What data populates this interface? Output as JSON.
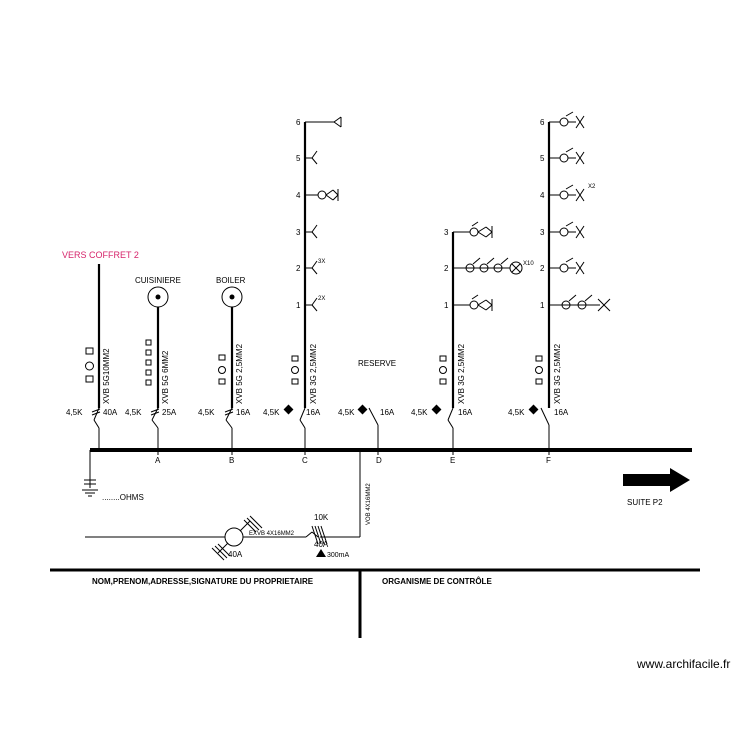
{
  "top_label": "VERS COFFRET 2",
  "outlets": [
    {
      "name": "CUISINIERE"
    },
    {
      "name": "BOILER"
    }
  ],
  "reserve_label": "RESERVE",
  "circuits": [
    {
      "id": "feed",
      "breaker": "4,5K",
      "rating": "40A",
      "cable": "XVB 5G10MM2",
      "bus_letter": ""
    },
    {
      "id": "A",
      "breaker": "4,5K",
      "rating": "25A",
      "cable": "XVB 5G 6MM2",
      "bus_letter": "A"
    },
    {
      "id": "B",
      "breaker": "4,5K",
      "rating": "16A",
      "cable": "XVB 5G 2,5MM2",
      "bus_letter": "B"
    },
    {
      "id": "C",
      "breaker": "4,5K",
      "rating": "16A",
      "cable": "XVB 3G 2,5MM2",
      "bus_letter": "C"
    },
    {
      "id": "D",
      "breaker": "4,5K",
      "rating": "16A",
      "cable": "",
      "bus_letter": "D"
    },
    {
      "id": "E",
      "breaker": "4,5K",
      "rating": "16A",
      "cable": "XVB 3G 2,5MM2",
      "bus_letter": "E"
    },
    {
      "id": "F",
      "breaker": "4,5K",
      "rating": "16A",
      "cable": "XVB 3G 2,5MM2",
      "bus_letter": "F"
    }
  ],
  "row_numbers": [
    "1",
    "2",
    "3",
    "4",
    "5",
    "6"
  ],
  "annotations": {
    "x3": "3X",
    "x2": "2X",
    "x10": "X10",
    "x2b": "X2"
  },
  "ground_label": "........OHMS",
  "suite_label": "SUITE P2",
  "main_feed": {
    "cable": "EXVB 4X16MM2",
    "rating": "40A",
    "diff_breaker": "10K",
    "diff_rating": "40A",
    "diff_sensitivity": "300mA",
    "vertical_cable": "VOB 4X16MM2"
  },
  "footer": {
    "left": "NOM,PRENOM,ADRESSE,SIGNATURE DU PROPRIETAIRE",
    "right": "ORGANISME DE CONTRÔLE"
  },
  "watermark": "www.archifacile.fr"
}
